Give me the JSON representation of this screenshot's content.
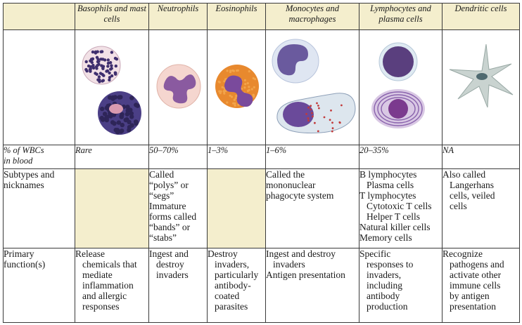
{
  "headers": [
    "",
    "Basophils and mast cells",
    "Neutrophils",
    "Eosinophils",
    "Monocytes and macrophages",
    "Lymphocytes and plasma cells",
    "Dendritic cells"
  ],
  "rows": {
    "percent": {
      "label_lines": [
        "% of WBCs",
        "in blood"
      ],
      "values": [
        "Rare",
        "50–70%",
        "1–3%",
        "1–6%",
        "20–35%",
        "NA"
      ]
    },
    "subtypes": {
      "label_lines": [
        "Subtypes and",
        "nicknames"
      ],
      "neutrophils_lines": [
        "Called",
        "“polys” or",
        "“segs”",
        "Immature",
        "forms called",
        "“bands” or",
        "“stabs”"
      ],
      "monocytes_lines": [
        "Called the",
        "mononuclear",
        "phagocyte system"
      ],
      "lymphocytes_lines": [
        "B lymphocytes",
        "Plasma cells",
        "T lymphocytes",
        "Cytotoxic T cells",
        "Helper T cells",
        "Natural killer cells",
        "Memory cells"
      ],
      "dendritic_lines": [
        "Also called",
        "Langerhans",
        "cells, veiled",
        "cells"
      ]
    },
    "function": {
      "label_lines": [
        "Primary",
        "function(s)"
      ],
      "basophils_lines": [
        "Release",
        "chemicals that",
        "mediate",
        "inflammation",
        "and allergic",
        "responses"
      ],
      "neutrophils_lines": [
        "Ingest and",
        "destroy",
        "invaders"
      ],
      "eosinophils_lines": [
        "Destroy",
        "invaders,",
        "particularly",
        "antibody-",
        "coated",
        "parasites"
      ],
      "monocytes_lines": [
        "Ingest and destroy",
        "invaders",
        "Antigen presentation"
      ],
      "lymphocytes_lines": [
        "Specific",
        "responses to",
        "invaders,",
        "including",
        "antibody",
        "production"
      ],
      "dendritic_lines": [
        "Recognize",
        "pathogens and",
        "activate other",
        "immune cells",
        "by antigen",
        "presentation"
      ]
    }
  },
  "colors": {
    "header_shade": "#f4eecd",
    "grid": "#3a3a3a",
    "basophil_granule": "#3f2f6e",
    "neutrophil_nucleus": "#8a5aa0",
    "eosinophil_cytoplasm": "#e8892e",
    "monocyte_nucleus": "#6a5a9e",
    "lymphocyte_nucleus": "#5a3f7e",
    "plasma_nucleus": "#7b3a8e",
    "dendritic_body": "#c9d3d0"
  },
  "images": [
    "basophil-mast-cell-illustration",
    "neutrophil-illustration",
    "eosinophil-illustration",
    "monocyte-macrophage-illustration",
    "lymphocyte-plasma-cell-illustration",
    "dendritic-cell-illustration"
  ]
}
